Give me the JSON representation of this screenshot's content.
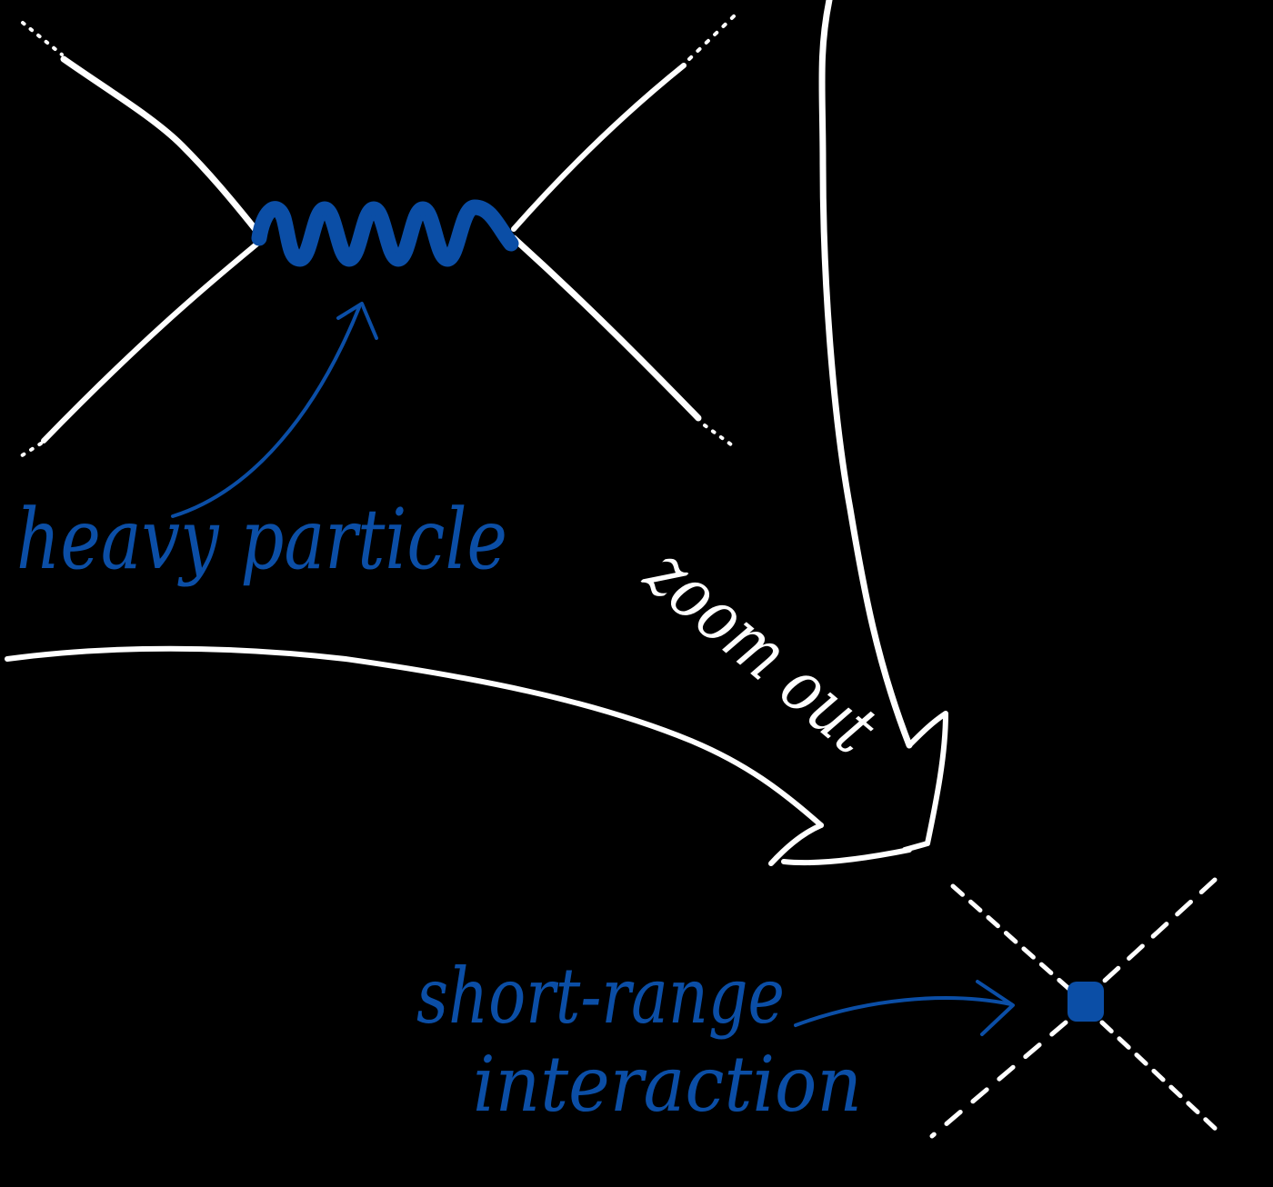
{
  "labels": {
    "heavy_particle": "heavy particle",
    "zoom_out": "zoom out",
    "short_range_line1": "short-range",
    "short_range_line2": "interaction"
  },
  "colors": {
    "background": "#000000",
    "ink_white": "#ffffff",
    "ink_blue": "#0b4ea6"
  }
}
